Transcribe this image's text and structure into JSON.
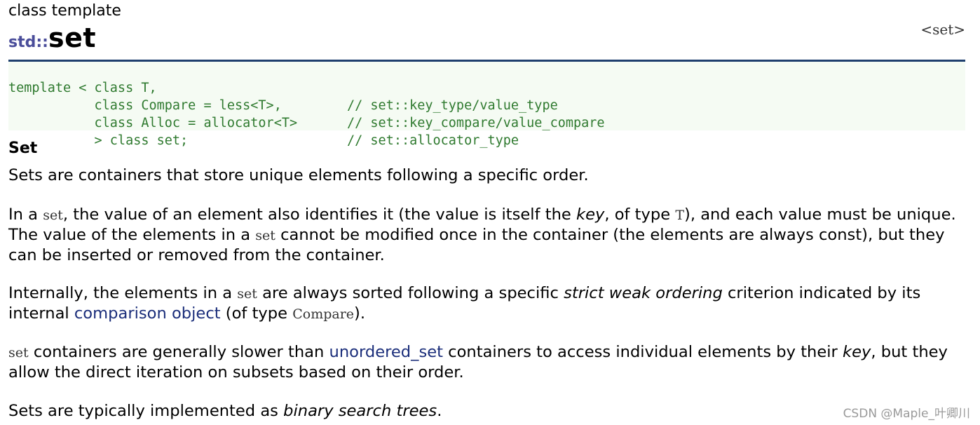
{
  "header": {
    "kind": "class template",
    "namespace": "std::",
    "name": "set",
    "header_tag": "<set>"
  },
  "declaration": {
    "lines": [
      {
        "code": "template < class T,",
        "comment": "// set::key_type/value_type"
      },
      {
        "code": "           class Compare = less<T>,",
        "comment": "// set::key_compare/value_compare"
      },
      {
        "code": "           class Alloc = allocator<T>",
        "comment": "// set::allocator_type"
      },
      {
        "code": "           > class set;",
        "comment": ""
      }
    ]
  },
  "body": {
    "section_title": "Set",
    "p1": "Sets are containers that store unique elements following a specific order.",
    "p2": {
      "a": "In a ",
      "code1": "set",
      "b": ", the value of an element also identifies it (the value is itself the ",
      "key": "key",
      "c": ", of type ",
      "code2": "T",
      "d": "), and each value must be unique.",
      "e": "The value of the elements in a ",
      "code3": "set",
      "f": " cannot be modified once in the container (the elements are always const), but they",
      "g": "can be inserted or removed from the container."
    },
    "p3": {
      "a": "Internally, the elements in a ",
      "code1": "set",
      "b": " are always sorted following a specific ",
      "em": "strict weak ordering",
      "c": " criterion indicated by its",
      "d": "internal ",
      "link": "comparison object",
      "e": " (of type ",
      "code2": "Compare",
      "f": ")."
    },
    "p4": {
      "code1": "set",
      "a": " containers are generally slower than ",
      "link": "unordered_set",
      "b": " containers to access individual elements by their ",
      "key": "key",
      "c": ", but they",
      "d": "allow the direct iteration on subsets based on their order."
    },
    "p5": {
      "a": "Sets are typically implemented as ",
      "em": "binary search trees",
      "b": "."
    }
  },
  "watermark": "CSDN @Maple_叶卿川",
  "colors": {
    "namespace": "#4a4d9a",
    "rule": "#1f3f6e",
    "decl_bg": "#f5fbf3",
    "decl_text": "#2f7a2f",
    "link": "#1a2d7a"
  }
}
